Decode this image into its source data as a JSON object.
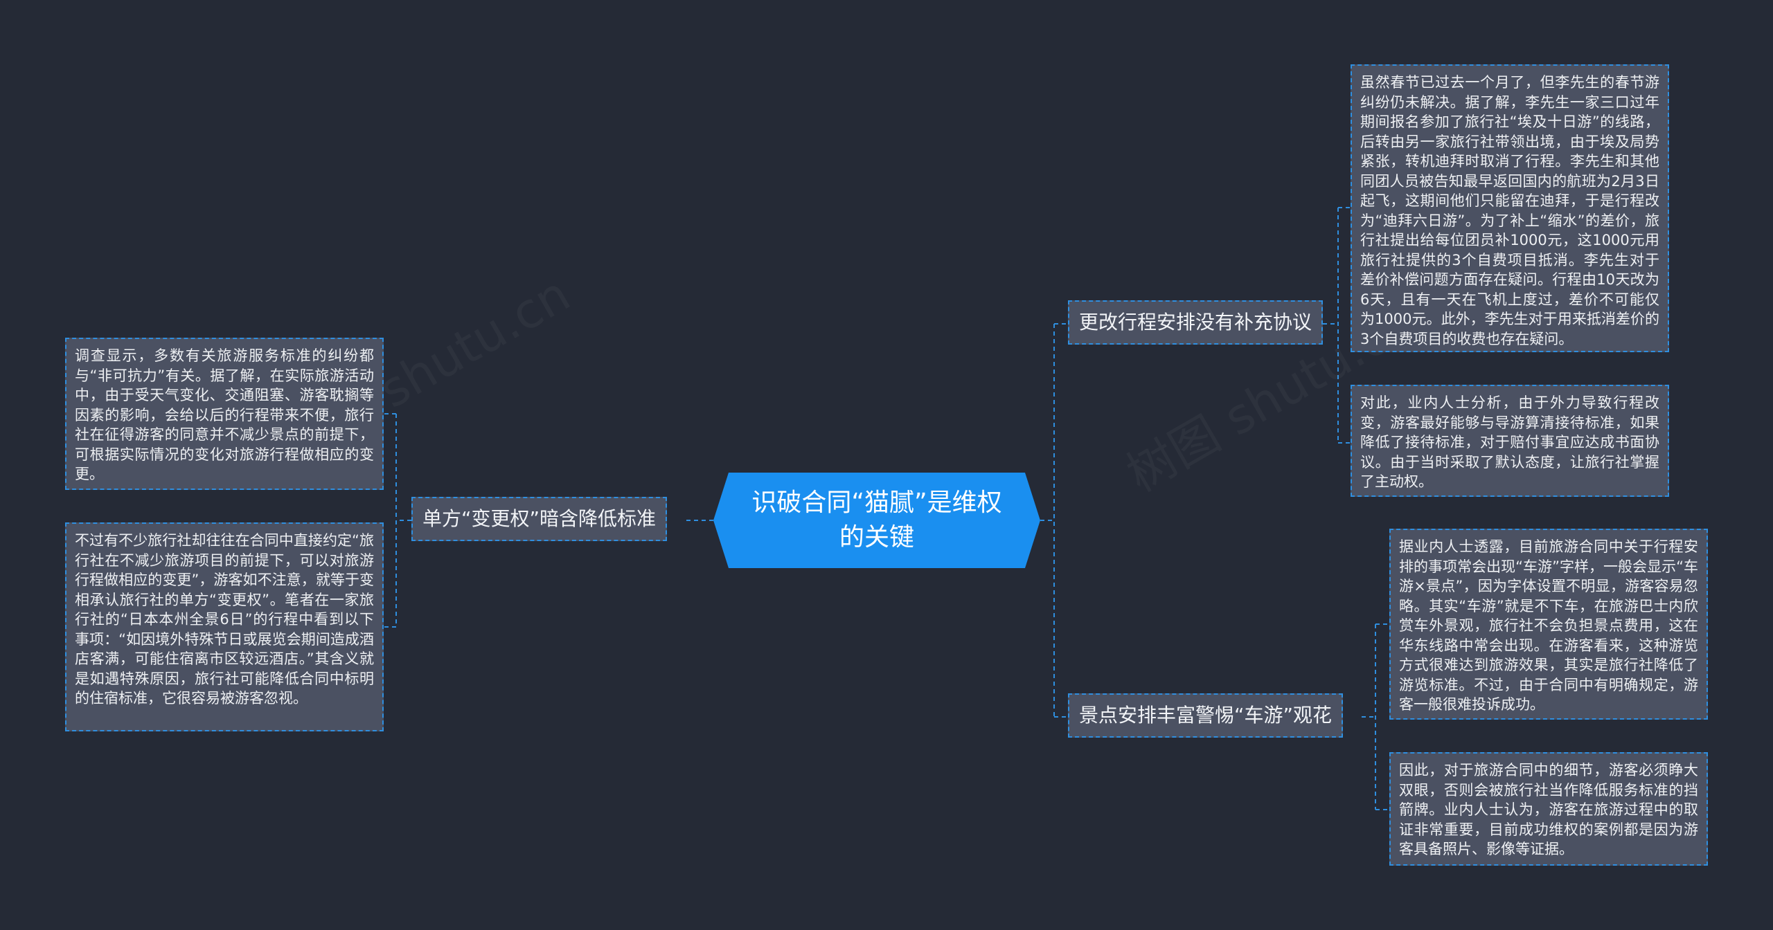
{
  "root": {
    "title": "识破合同“猫腻”是维权的关键"
  },
  "branches": {
    "left": {
      "label": "单方“变更权”暗含降低标准"
    },
    "right_top": {
      "label": "更改行程安排没有补充协议"
    },
    "right_bottom": {
      "label": "景点安排丰富警惕“车游”观花"
    }
  },
  "leaves": {
    "left_1": "调查显示，多数有关旅游服务标准的纠纷都与“非可抗力”有关。据了解，在实际旅游活动中，由于受天气变化、交通阻塞、游客耽搁等因素的影响，会给以后的行程带来不便，旅行社在征得游客的同意并不减少景点的前提下，可根据实际情况的变化对旅游行程做相应的变更。",
    "left_2": "不过有不少旅行社却往往在合同中直接约定“旅行社在不减少旅游项目的前提下，可以对旅游行程做相应的变更”，游客如不注意，就等于变相承认旅行社的单方“变更权”。笔者在一家旅行社的“日本本州全景6日”的行程中看到以下事项：“如因境外特殊节日或展览会期间造成酒店客满，可能住宿离市区较远酒店。”其含义就是如遇特殊原因，旅行社可能降低合同中标明的住宿标准，它很容易被游客忽视。",
    "right_top_1": "虽然春节已过去一个月了，但李先生的春节游纠纷仍未解决。据了解，李先生一家三口过年期间报名参加了旅行社“埃及十日游”的线路，后转由另一家旅行社带领出境，由于埃及局势紧张，转机迪拜时取消了行程。李先生和其他同团人员被告知最早返回国内的航班为2月3日起飞，这期间他们只能留在迪拜，于是行程改为“迪拜六日游”。为了补上“缩水”的差价，旅行社提出给每位团员补1000元，这1000元用旅行社提供的3个自费项目抵消。李先生对于差价补偿问题方面存在疑问。行程由10天改为6天，且有一天在飞机上度过，差价不可能仅为1000元。此外，李先生对于用来抵消差价的3个自费项目的收费也存在疑问。",
    "right_top_2": "对此，业内人士分析，由于外力导致行程改变，游客最好能够与导游算清接待标准，如果降低了接待标准，对于赔付事宜应达成书面协议。由于当时采取了默认态度，让旅行社掌握了主动权。",
    "right_bottom_1": "据业内人士透露，目前旅游合同中关于行程安排的事项常会出现“车游”字样，一般会显示“车游×景点”，因为字体设置不明显，游客容易忽略。其实“车游”就是不下车，在旅游巴士内欣赏车外景观，旅行社不会负担景点费用，这在华东线路中常会出现。在游客看来，这种游览方式很难达到旅游效果，其实是旅行社降低了游览标准。不过，由于合同中有明确规定，游客一般很难投诉成功。",
    "right_bottom_2": "因此，对于旅游合同中的细节，游客必须睁大双眼，否则会被旅行社当作降低服务标准的挡箭牌。业内人士认为，游客在旅游过程中的取证非常重要，目前成功维权的案例都是因为游客具备照片、影像等证据。"
  },
  "colors": {
    "background": "#252a36",
    "root": "#1a8ff0",
    "node": "#4b5162",
    "line": "#2f8fe0"
  },
  "watermark": "树图 shutu.cn"
}
